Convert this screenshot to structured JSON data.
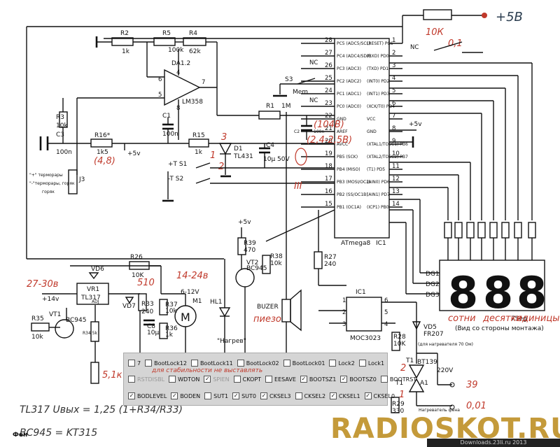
{
  "power": {
    "plus5": "+5В",
    "r_note": "10К",
    "sw_note": "0,1"
  },
  "ic": {
    "mcu": "ATmega8",
    "mcu_ref": "IC1",
    "left_pins": [
      "28",
      "27",
      "26",
      "25",
      "24",
      "23",
      "22",
      "21",
      "20",
      "19",
      "18",
      "17",
      "16",
      "15"
    ],
    "right_pins": [
      "1",
      "2",
      "3",
      "4",
      "5",
      "6",
      "7",
      "8",
      "9",
      "10",
      "11",
      "12",
      "13",
      "14"
    ],
    "left_sig": [
      "PC5 (ADC5/SCL)",
      "PC4 (ADC4/SDA)",
      "PC3 (ADC3)",
      "PC2 (ADC2)",
      "PC1 (ADC1)",
      "PC0 (ADC0)",
      "GND",
      "AREF",
      "AVCC",
      "PB5 (SCK)",
      "PB4 (MISO)",
      "PB3 (MOSI/OC2)",
      "PB2 (SS/OC1B)",
      "PB1 (OC1A)"
    ],
    "right_sig": [
      "(RESET) PC6",
      "(RXD) PD0",
      "(TXD) PD1",
      "(INT0) PD2",
      "(INT1) PD3",
      "(XCK/T0) PD4",
      "VCC",
      "GND",
      "(XTAL1/TOSC1) PB6",
      "(XTAL2/TOSC2) PB7",
      "(T1) PD5",
      "(AIN0) PD6",
      "(AIN1) PD7",
      "(ICP1) PB0"
    ]
  },
  "parts": {
    "r2": "R2",
    "r2v": "1k",
    "r5": "R5",
    "r5v": "100k",
    "r4": "R4",
    "r4v": "62k",
    "da": "DA1.2",
    "lm": "LM358",
    "r3": "R3",
    "r3v": "10k",
    "c3": "C3",
    "c3v": "100n",
    "c1": "C1",
    "c1v": "100n",
    "r16": "R16*",
    "r16v": "1k5",
    "r15": "R15",
    "r15v": "1k",
    "d1": "D1",
    "tl431": "TL431",
    "c4": "C4",
    "c4v": "10µ 50V",
    "r1": "R1",
    "r1v": "1M",
    "c2": "C2",
    "c2v": "100n",
    "s3": "S3",
    "mem": "Mem",
    "s1": "+T  S1",
    "s2": "-T  S2",
    "j3": "J3",
    "nc": "NC",
    "plus5v": "+5v",
    "j3_1": "\"+\" терморары",
    "j3_2": "\"-\"терморары, горяк",
    "j3_3": "горяк",
    "r26": "R26",
    "r26v": "10K",
    "vd6": "VD6",
    "vr1": "VR1",
    "tl317": "TL317",
    "adj": "ADJ",
    "vd7": "VD7",
    "r33": "R33",
    "r33v": "240",
    "r37": "R37",
    "r37v": "10k",
    "r36": "R36",
    "r36v": "1k",
    "c8": "C8",
    "c8v": "10µ",
    "m1": "M1",
    "m1v": "6-12V",
    "plus14": "+14v",
    "vt1": "VT1",
    "bc945": "BC945",
    "r35": "R35",
    "r35v": "10k",
    "r34": "R34 5k",
    "hl1": "HL1",
    "nagrev": "\"Нагрев\"",
    "r39": "R39",
    "r39v": "470",
    "vt2": "VT2",
    "vt2m": "BC945",
    "r38": "R38",
    "r38v": "10k",
    "buzer": "BUZER",
    "r27": "R27",
    "r27v": "240",
    "ic1b": "IC1",
    "moc": "MOC3023",
    "r28": "R28",
    "r28v": "10K",
    "vd5": "VD5",
    "fr207": "FR207",
    "heat70": "(для нагревателя 70 Ом)",
    "t1": "T1",
    "bt139": "BT139",
    "v220": "220V",
    "r29": "R29",
    "r29v": "330",
    "heater": "Нагреватель фена",
    "seg": "7Seg",
    "seg_note": "(Вид со стороны монтажа)",
    "dg1": "DG1",
    "dg2": "DG2",
    "dg3": "DG3"
  },
  "handwritten": {
    "n27": "27-30в",
    "n510": "510",
    "n1424": "14-24в",
    "n5k1": "5,1к",
    "fen": "Фен",
    "n48": "(4,8)",
    "n104": "(104В)",
    "n24": "(2,4-2,5В)",
    "n3": "3",
    "n1": "1",
    "n2": "2",
    "pikzo": "пиезо",
    "sotni": "сотни",
    "desyat": "десятки",
    "edin": "единицы",
    "n39": "39",
    "n001": "0,01",
    "n1r": "1",
    "n2r": "2",
    "stab": "для стабильности не выставлять",
    "formula1": "TL317   Uвых = 1,25 (1+R34/R33)",
    "formula2": "BC945 = KT315"
  },
  "fuses": {
    "row1": [
      {
        "label": "7",
        "checked": false
      },
      {
        "label": "BootLock12",
        "checked": false
      },
      {
        "label": "BootLock11",
        "checked": false
      },
      {
        "label": "BootLock02",
        "checked": false
      },
      {
        "label": "BootLock01",
        "checked": false
      },
      {
        "label": "Lock2",
        "checked": false
      },
      {
        "label": "Lock1",
        "checked": false
      }
    ],
    "row2": [
      {
        "label": "RSTDISBL",
        "checked": false
      },
      {
        "label": "WDTON",
        "checked": false
      },
      {
        "label": "SPIEN",
        "checked": true
      },
      {
        "label": "CKOPT",
        "checked": false
      },
      {
        "label": "EESAVE",
        "checked": false
      },
      {
        "label": "BOOTSZ1",
        "checked": true
      },
      {
        "label": "BOOTSZ0",
        "checked": true
      },
      {
        "label": "BOOTRST",
        "checked": false
      }
    ],
    "row3": [
      {
        "label": "BODLEVEL",
        "checked": true
      },
      {
        "label": "BODEN",
        "checked": true
      },
      {
        "label": "SUT1",
        "checked": false
      },
      {
        "label": "SUT0",
        "checked": true
      },
      {
        "label": "CKSEL3",
        "checked": true
      },
      {
        "label": "CKSEL2",
        "checked": false
      },
      {
        "label": "CKSEL1",
        "checked": true
      },
      {
        "label": "CKSEL0",
        "checked": true
      }
    ]
  },
  "brand": "RADIOSKOT.RU",
  "footer": "Downloads.23li.ru 2013"
}
